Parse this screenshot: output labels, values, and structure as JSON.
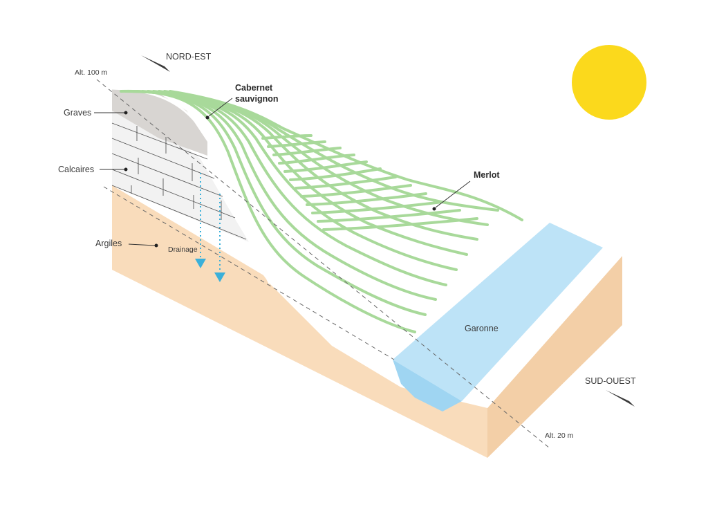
{
  "directions": {
    "northeast": "NORD-EST",
    "southwest": "SUD-OUEST"
  },
  "altitudes": {
    "top": "Alt. 100 m",
    "bottom": "Alt. 20 m"
  },
  "layers": {
    "graves": "Graves",
    "calcaires": "Calcaires",
    "argiles": "Argiles"
  },
  "drainage": "Drainage",
  "vines": {
    "cabernet": [
      "Cabernet",
      "sauvignon"
    ],
    "merlot": "Merlot"
  },
  "river": "Garonne",
  "colors": {
    "clay": "#f9dcbb",
    "clay_side": "#f3cfa7",
    "gravel": "#d8d5d2",
    "limestone": "#f2f2f2",
    "vine": "#a8d99a",
    "river": "#bde3f7",
    "river_deep": "#9fd5f2",
    "sun": "#fbd91c",
    "drain": "#3bb0d9"
  }
}
